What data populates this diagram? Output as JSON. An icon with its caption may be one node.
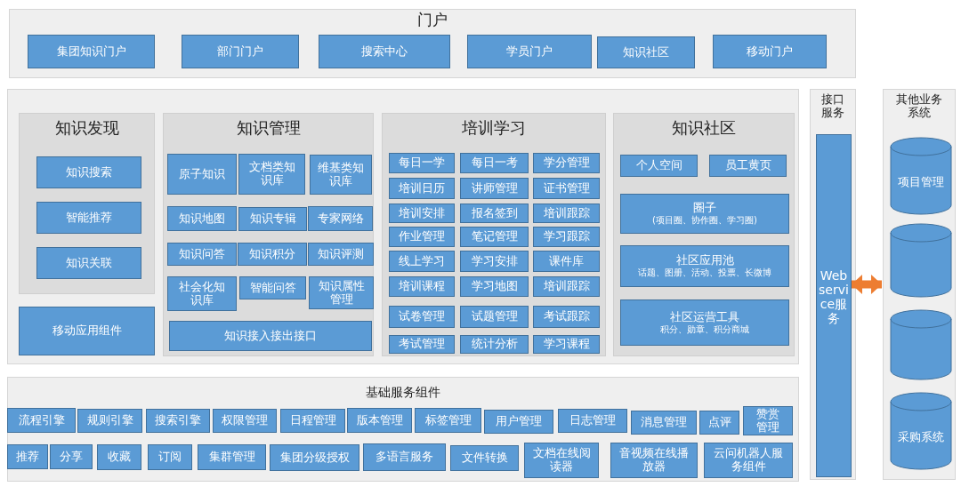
{
  "diagram": {
    "nodes": [
      {
        "text": [
          "门户"
        ]
      },
      {
        "text": [
          "集团知识门户"
        ],
        "in": 0
      },
      {
        "text": [
          "部门门户"
        ],
        "in": 0
      },
      {
        "text": [
          "搜索中心"
        ],
        "in": 0
      },
      {
        "text": [
          "学员门户"
        ],
        "in": 0
      },
      {
        "text": [
          "知识社区"
        ],
        "in": 0
      },
      {
        "text": [
          "移动门户"
        ],
        "in": 0
      },
      {
        "text": [],
        "shape": "box"
      },
      {
        "text": [
          "知识发现"
        ],
        "in": 7
      },
      {
        "text": [
          "知识搜索"
        ],
        "in": 8
      },
      {
        "text": [
          "智能推荐"
        ],
        "in": 8
      },
      {
        "text": [
          "知识关联"
        ],
        "in": 8
      },
      {
        "text": [
          "移动应用组件"
        ],
        "in": 7
      },
      {
        "text": [
          "知识管理"
        ],
        "in": 7
      },
      {
        "text": [
          "原子知识"
        ],
        "in": 13
      },
      {
        "text": [
          "文档类知识库"
        ],
        "in": 13
      },
      {
        "text": [
          "维基类知识库"
        ],
        "in": 13
      },
      {
        "text": [
          "知识地图"
        ],
        "in": 13
      },
      {
        "text": [
          "知识专辑"
        ],
        "in": 13
      },
      {
        "text": [
          "专家网络"
        ],
        "in": 13
      },
      {
        "text": [
          "知识问答"
        ],
        "in": 13
      },
      {
        "text": [
          "知识积分"
        ],
        "in": 13
      },
      {
        "text": [
          "知识评测"
        ],
        "in": 13
      },
      {
        "text": [
          "社会化知识库"
        ],
        "in": 13
      },
      {
        "text": [
          "智能问答"
        ],
        "in": 13
      },
      {
        "text": [
          "知识属性管理"
        ],
        "in": 13
      },
      {
        "text": [
          "知识接入接出接口"
        ],
        "in": 13
      },
      {
        "text": [
          "培训学习"
        ],
        "in": 7
      },
      {
        "text": [
          "每日一学"
        ],
        "in": 27
      },
      {
        "text": [
          "每日一考"
        ],
        "in": 27
      },
      {
        "text": [
          "学分管理"
        ],
        "in": 27
      },
      {
        "text": [
          "培训日历"
        ],
        "in": 27
      },
      {
        "text": [
          "讲师管理"
        ],
        "in": 27
      },
      {
        "text": [
          "证书管理"
        ],
        "in": 27
      },
      {
        "text": [
          "培训安排"
        ],
        "in": 27
      },
      {
        "text": [
          "报名签到"
        ],
        "in": 27
      },
      {
        "text": [
          "培训跟踪"
        ],
        "in": 27
      },
      {
        "text": [
          "作业管理"
        ],
        "in": 27
      },
      {
        "text": [
          "笔记管理"
        ],
        "in": 27
      },
      {
        "text": [
          "学习跟踪"
        ],
        "in": 27
      },
      {
        "text": [
          "线上学习"
        ],
        "in": 27
      },
      {
        "text": [
          "学习安排"
        ],
        "in": 27
      },
      {
        "text": [
          "课件库"
        ],
        "in": 27
      },
      {
        "text": [
          "培训课程"
        ],
        "in": 27
      },
      {
        "text": [
          "学习地图"
        ],
        "in": 27
      },
      {
        "text": [
          "培训跟踪"
        ],
        "in": 27
      },
      {
        "text": [
          "试卷管理"
        ],
        "in": 27
      },
      {
        "text": [
          "试题管理"
        ],
        "in": 27
      },
      {
        "text": [
          "考试跟踪"
        ],
        "in": 27
      },
      {
        "text": [
          "考试管理"
        ],
        "in": 27
      },
      {
        "text": [
          "统计分析"
        ],
        "in": 27
      },
      {
        "text": [
          "学习课程"
        ],
        "in": 27
      },
      {
        "text": [
          "知识社区"
        ],
        "in": 7
      },
      {
        "text": [
          "个人空间"
        ],
        "in": 52
      },
      {
        "text": [
          "员工黄页"
        ],
        "in": 52
      },
      {
        "text": [
          "圈子",
          "(项目圈、协作圈、学习圈)"
        ],
        "in": 52
      },
      {
        "text": [
          "社区应用池",
          "话题、图册、活动、投票、长微博"
        ],
        "in": 52
      },
      {
        "text": [
          "社区运营工具",
          "积分、勋章、积分商城"
        ],
        "in": 52
      },
      {
        "text": [
          "接口服务"
        ]
      },
      {
        "text": [
          "Webservice服务"
        ],
        "in": 58
      },
      {
        "text": [
          "其他业务系统"
        ]
      },
      {
        "text": [
          "项目管理"
        ],
        "in": 60
      },
      {
        "text": [],
        "shape": "cylinder",
        "in": 60
      },
      {
        "text": [],
        "shape": "cylinder",
        "in": 60
      },
      {
        "text": [
          "采购系统"
        ],
        "in": 60
      },
      {
        "text": [
          "基础服务组件"
        ]
      },
      {
        "text": [
          "流程引擎"
        ],
        "in": 65
      },
      {
        "text": [
          "规则引擎"
        ],
        "in": 65
      },
      {
        "text": [
          "搜索引擎"
        ],
        "in": 65
      },
      {
        "text": [
          "权限管理"
        ],
        "in": 65
      },
      {
        "text": [
          "日程管理"
        ],
        "in": 65
      },
      {
        "text": [
          "版本管理"
        ],
        "in": 65
      },
      {
        "text": [
          "标签管理"
        ],
        "in": 65
      },
      {
        "text": [
          "用户管理"
        ],
        "in": 65
      },
      {
        "text": [
          "日志管理"
        ],
        "in": 65
      },
      {
        "text": [
          "消息管理"
        ],
        "in": 65
      },
      {
        "text": [
          "点评"
        ],
        "in": 65
      },
      {
        "text": [
          "赞赏管理"
        ],
        "in": 65
      },
      {
        "text": [
          "推荐"
        ],
        "in": 65
      },
      {
        "text": [
          "分享"
        ],
        "in": 65
      },
      {
        "text": [
          "收藏"
        ],
        "in": 65
      },
      {
        "text": [
          "订阅"
        ],
        "in": 65
      },
      {
        "text": [
          "集群管理"
        ],
        "in": 65
      },
      {
        "text": [
          "集团分级授权"
        ],
        "in": 65
      },
      {
        "text": [
          "多语言服务"
        ],
        "in": 65
      },
      {
        "text": [
          "文件转换"
        ],
        "in": 65
      },
      {
        "text": [
          "文档在线阅读器"
        ],
        "in": 65
      },
      {
        "text": [
          "音视频在线播放器"
        ],
        "in": 65
      },
      {
        "text": [
          "云问机器人服务组件"
        ],
        "in": 65
      }
    ],
    "edges": [
      {
        "from": 59,
        "to": 60,
        "arrow": "both"
      }
    ]
  }
}
